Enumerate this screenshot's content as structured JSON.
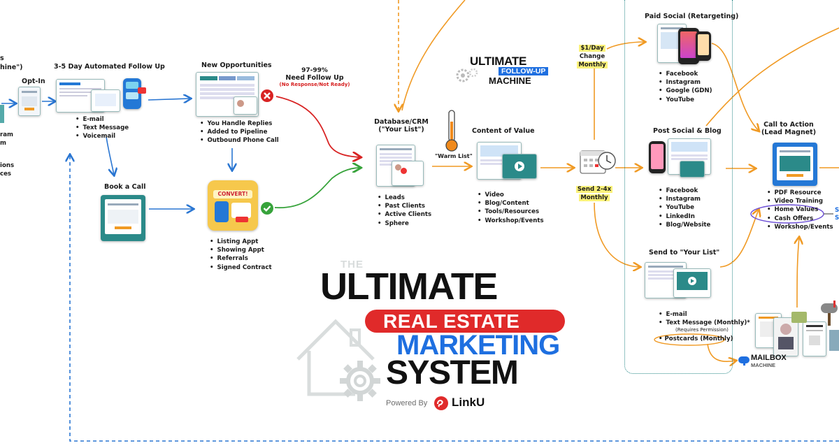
{
  "left_cut": {
    "line1": "s",
    "line2": "hine\")",
    "items": [
      "ram",
      "m",
      "ions",
      "ces"
    ]
  },
  "opt_in": {
    "title": "Opt-In"
  },
  "followup": {
    "title": "3-5 Day Automated Follow Up",
    "items": [
      "E-mail",
      "Text Message",
      "Voicemail"
    ]
  },
  "book_call": {
    "title": "Book a Call"
  },
  "new_opps": {
    "title": "New Opportunities",
    "items": [
      "You Handle Replies",
      "Added to Pipeline",
      "Outbound Phone Call"
    ]
  },
  "need_followup": {
    "percent": "97-99%",
    "title": "Need Follow Up",
    "note": "(No Response/Not Ready)"
  },
  "convert": {
    "badge": "CONVERT!",
    "items": [
      "Listing Appt",
      "Showing Appt",
      "Referrals",
      "Signed Contract"
    ]
  },
  "database": {
    "title_line1": "Database/CRM",
    "title_line2": "(\"Your List\")",
    "items": [
      "Leads",
      "Past Clients",
      "Active Clients",
      "Sphere"
    ]
  },
  "warm_list": {
    "label": "\"Warm List\""
  },
  "ufm_logo": {
    "line1": "ULTIMATE",
    "line2": "FOLLOW-UP",
    "line3": "MACHINE"
  },
  "content": {
    "title": "Content of Value",
    "items": [
      "Video",
      "Blog/Content",
      "Tools/Resources",
      "Workshop/Events"
    ]
  },
  "budget": {
    "line1": "$1/Day",
    "line2": "Change",
    "line3": "Monthly"
  },
  "send_freq": {
    "line1": "Send 2-4x",
    "line2": "Monthly"
  },
  "paid_social": {
    "title": "Paid Social (Retargeting)",
    "items": [
      "Facebook",
      "Instagram",
      "Google (GDN)",
      "YouTube"
    ]
  },
  "post_social": {
    "title": "Post Social & Blog",
    "items": [
      "Facebook",
      "Instagram",
      "YouTube",
      "LinkedIn",
      "Blog/Website"
    ]
  },
  "send_list": {
    "title": "Send to \"Your List\"",
    "items": [
      "E-mail",
      "Text Message (Monthly)*"
    ],
    "permission": "(Requires Permission)",
    "postcards": "Postcards (Monthly)"
  },
  "cta": {
    "title_line1": "Call to Action",
    "title_line2": "(Lead Magnet)",
    "items": [
      "PDF Resource",
      "Video Training",
      "Home Values",
      "Cash Offers",
      "Workshop/Events"
    ]
  },
  "right_cut": {
    "line1": "S",
    "line2": "S"
  },
  "mailbox": {
    "line1": "MAILBOX",
    "line2": "MACHINE"
  },
  "main_logo": {
    "the": "THE",
    "ultimate": "ULTIMATE",
    "real_estate": "REAL ESTATE",
    "marketing": "MARKETING",
    "system": "SYSTEM",
    "powered_by": "Powered By",
    "brand": "LinkU"
  },
  "colors": {
    "blue_arrow": "#2a76d2",
    "orange_arrow": "#f09a24",
    "red_arrow": "#d82323",
    "green_arrow": "#37a33b",
    "teal": "#2b8a89",
    "logo_red": "#e02a2a",
    "logo_blue": "#1e6fe0"
  },
  "icons": [
    "check-circle-icon",
    "x-circle-icon",
    "thermometer-icon",
    "calendar-clock-icon",
    "gear-icon",
    "house-outline-icon",
    "mailbox-icon"
  ]
}
